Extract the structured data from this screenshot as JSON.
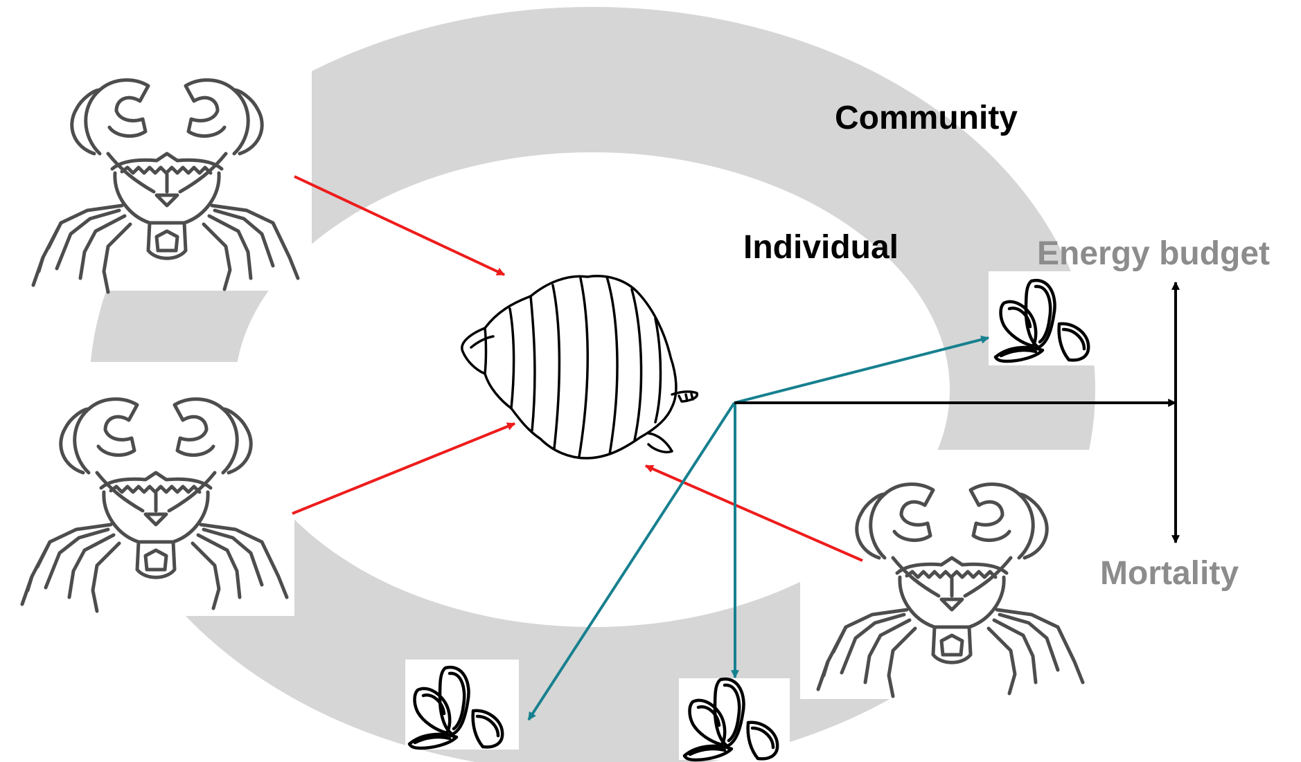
{
  "labels": {
    "community": "Community",
    "individual": "Individual",
    "energy_budget": "Energy budget",
    "mortality": "Mortality"
  },
  "colors": {
    "ring": "#d6d6d6",
    "predation_arrow": "#ee1c1c",
    "feeding_arrow": "#17808f",
    "effect_arrow": "#000000",
    "dark_label": "#000000",
    "gray_label": "#8c8c8c",
    "outline": "#4d4d4d"
  },
  "icons": {
    "crab": "crab-icon",
    "whelk": "whelk-icon",
    "mussel": "mussel-icon"
  }
}
